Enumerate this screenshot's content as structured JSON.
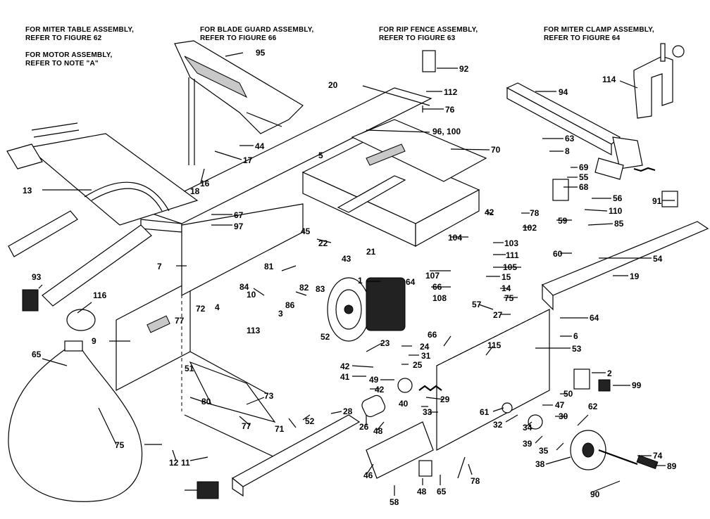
{
  "notes": {
    "miter_table": "FOR MITER TABLE ASSEMBLY,\nREFER TO FIGURE 62",
    "motor": "FOR MOTOR ASSEMBLY,\nREFER TO NOTE \"A\"",
    "blade_guard": "FOR BLADE GUARD ASSEMBLY,\nREFER TO FIGURE 66",
    "rip_fence": "FOR RIP FENCE ASSEMBLY,\nREFER TO FIGURE 63",
    "miter_clamp": "FOR MITER CLAMP ASSEMBLY,\nREFER TO FIGURE 64"
  },
  "part_labels": [
    "95",
    "92",
    "112",
    "76",
    "94",
    "114",
    "20",
    "96, 100",
    "70",
    "63",
    "8",
    "69",
    "55",
    "68",
    "56",
    "110",
    "91",
    "44",
    "17",
    "16",
    "18",
    "13",
    "5",
    "67",
    "97",
    "78",
    "102",
    "59",
    "85",
    "42",
    "104",
    "103",
    "111",
    "60",
    "105",
    "54",
    "19",
    "45",
    "22",
    "21",
    "43",
    "81",
    "7",
    "84",
    "82",
    "83",
    "1",
    "64",
    "107",
    "66",
    "108",
    "15",
    "14",
    "75",
    "57",
    "27",
    "93",
    "116",
    "10",
    "4",
    "86",
    "3",
    "72",
    "77",
    "113",
    "52",
    "64",
    "6",
    "53",
    "2",
    "99",
    "50",
    "47",
    "62",
    "9",
    "24",
    "23",
    "31",
    "25",
    "42",
    "41",
    "49",
    "42",
    "66",
    "115",
    "65",
    "51",
    "29",
    "40",
    "33",
    "61",
    "32",
    "34",
    "30",
    "39",
    "35",
    "38",
    "74",
    "89",
    "80",
    "73",
    "77",
    "71",
    "52",
    "28",
    "26",
    "48",
    "75",
    "12",
    "11",
    "46",
    "58",
    "48",
    "65",
    "78",
    "90"
  ]
}
